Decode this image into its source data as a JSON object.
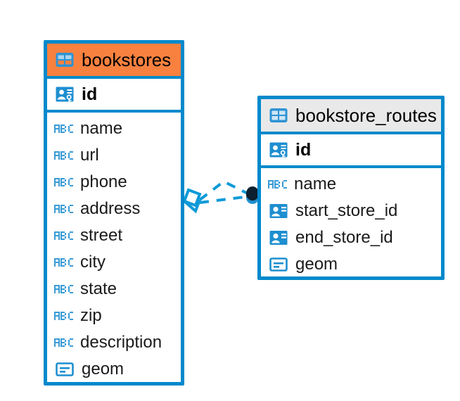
{
  "diagram": {
    "type": "entity-relationship-diagram",
    "colors": {
      "border": "#0089cc",
      "header_primary": "#f9813f",
      "header_secondary": "#e9e9e9",
      "icon_blue": "#3a9bd5",
      "icon_blue_solid": "#1e8fd0",
      "connector": "#0e9ad8",
      "connector_endpoint": "#0d2030",
      "text": "#000000"
    },
    "tables": [
      {
        "name": "bookstores",
        "header_style": "orange",
        "primary_key": {
          "label": "id",
          "icon": "primary-key-icon"
        },
        "fields": [
          {
            "label": "name",
            "icon": "abc-text-icon"
          },
          {
            "label": "url",
            "icon": "abc-text-icon"
          },
          {
            "label": "phone",
            "icon": "abc-text-icon"
          },
          {
            "label": "address",
            "icon": "abc-text-icon"
          },
          {
            "label": "street",
            "icon": "abc-text-icon"
          },
          {
            "label": "city",
            "icon": "abc-text-icon"
          },
          {
            "label": "state",
            "icon": "abc-text-icon"
          },
          {
            "label": "zip",
            "icon": "abc-text-icon"
          },
          {
            "label": "description",
            "icon": "abc-text-icon"
          },
          {
            "label": "geom",
            "icon": "geometry-icon"
          }
        ]
      },
      {
        "name": "bookstore_routes",
        "header_style": "gray",
        "primary_key": {
          "label": "id",
          "icon": "primary-key-icon"
        },
        "fields": [
          {
            "label": "name",
            "icon": "abc-text-icon"
          },
          {
            "label": "start_store_id",
            "icon": "foreign-key-icon"
          },
          {
            "label": "end_store_id",
            "icon": "foreign-key-icon"
          },
          {
            "label": "geom",
            "icon": "geometry-icon"
          }
        ]
      }
    ],
    "relationship": {
      "from_table": "bookstores",
      "to_table": "bookstore_routes",
      "line_style": "dashed",
      "source_marker": "diamond-marker",
      "target_marker": "filled-circle-marker",
      "cardinality": "one-to-many"
    }
  }
}
